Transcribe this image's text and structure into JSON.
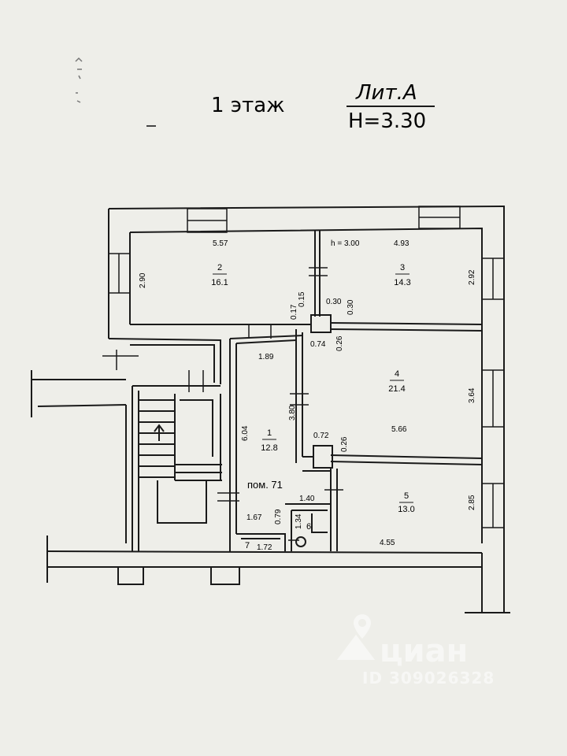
{
  "header": {
    "floor_label": "1 этаж",
    "lit_label": "Лит.А",
    "height_label": "Н=3.30"
  },
  "rooms": [
    {
      "number": "2",
      "area": "16.1"
    },
    {
      "number": "3",
      "area": "14.3"
    },
    {
      "number": "4",
      "area": "21.4"
    },
    {
      "number": "1",
      "area": "12.8"
    },
    {
      "number": "5",
      "area": "13.0"
    },
    {
      "number": "6",
      "area": ""
    },
    {
      "number": "7",
      "area": ""
    }
  ],
  "dimensions": {
    "room2_width": "5.57",
    "room2_height": "2.90",
    "room3_ceiling": "h = 3.00",
    "room3_width": "4.93",
    "room3_height": "2.92",
    "room4_width": "5.66",
    "room4_height": "3.64",
    "room5_width": "4.55",
    "room5_height": "2.85",
    "room1_width": "1.89",
    "room1_height": "6.04",
    "corridor_height": "3.80",
    "shaft_top_a": "0.15",
    "shaft_top_b": "0.17",
    "shaft_top_c": "0.30",
    "shaft_top_d": "0.30",
    "shaft_top_e": "0.74",
    "shaft_top_f": "0.26",
    "shaft_bot_a": "0.72",
    "shaft_bot_b": "0.26",
    "wc_width": "1.40",
    "wc_depth": "1.34",
    "closet_width": "1.67",
    "closet_depth": "0.79",
    "room7_width": "1.72"
  },
  "premise_label": "пом. 71",
  "watermark": {
    "brand": "циан",
    "id": "ID 309026328"
  }
}
